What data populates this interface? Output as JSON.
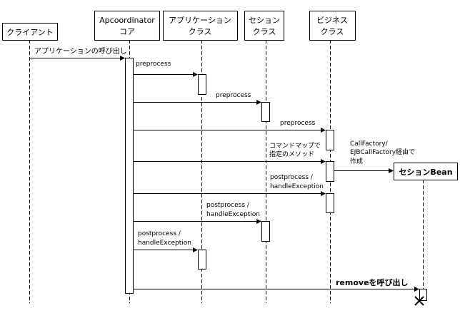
{
  "diagram": {
    "type": "sequence",
    "participants": [
      {
        "id": "client",
        "lines": [
          "クライアント"
        ]
      },
      {
        "id": "core",
        "lines": [
          "Apcoordinator",
          "コア"
        ]
      },
      {
        "id": "app",
        "lines": [
          "アプリケーション",
          "クラス"
        ]
      },
      {
        "id": "session",
        "lines": [
          "セション",
          "クラス"
        ]
      },
      {
        "id": "business",
        "lines": [
          "ビジネス",
          "クラス"
        ]
      },
      {
        "id": "bean",
        "lines": [
          "セションBean"
        ]
      }
    ],
    "messages": [
      {
        "from": "client",
        "to": "core",
        "lines": [
          "アプリケーションの呼び出し"
        ]
      },
      {
        "from": "core",
        "to": "app",
        "lines": [
          "preprocess"
        ]
      },
      {
        "from": "core",
        "to": "session",
        "lines": [
          "preprocess"
        ]
      },
      {
        "from": "core",
        "to": "business",
        "lines": [
          "preprocess"
        ]
      },
      {
        "from": "core",
        "to": "business",
        "lines": [
          "コマンドマップで",
          "指定のメソッド"
        ]
      },
      {
        "from": "business",
        "to": "bean",
        "lines": [
          "CallFactory/",
          "EJBCallFactory経由で",
          "作成"
        ]
      },
      {
        "from": "core",
        "to": "business",
        "lines": [
          "postprocess /",
          "handleException"
        ]
      },
      {
        "from": "core",
        "to": "session",
        "lines": [
          "postprocess /",
          "handleException"
        ]
      },
      {
        "from": "core",
        "to": "app",
        "lines": [
          "postprocess /",
          "handleException"
        ]
      },
      {
        "from": "core",
        "to": "bean",
        "lines": [
          "removeを呼び出し"
        ]
      }
    ],
    "colors": {
      "line": "#000000",
      "background": "#ffffff"
    }
  }
}
